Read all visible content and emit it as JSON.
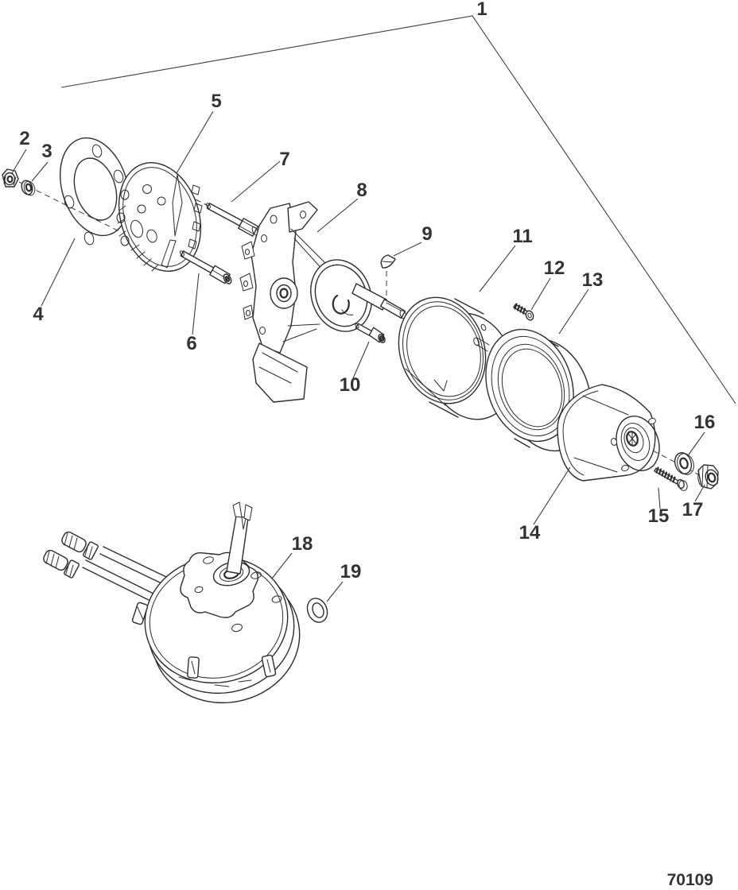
{
  "diagram": {
    "drawing_number": "70109",
    "callouts": [
      "1",
      "2",
      "3",
      "4",
      "5",
      "6",
      "7",
      "8",
      "9",
      "10",
      "11",
      "12",
      "13",
      "14",
      "15",
      "16",
      "17",
      "18",
      "19"
    ],
    "colors": {
      "background": "#ffffff",
      "line": "#2d2d2d",
      "label": "#333333"
    }
  }
}
